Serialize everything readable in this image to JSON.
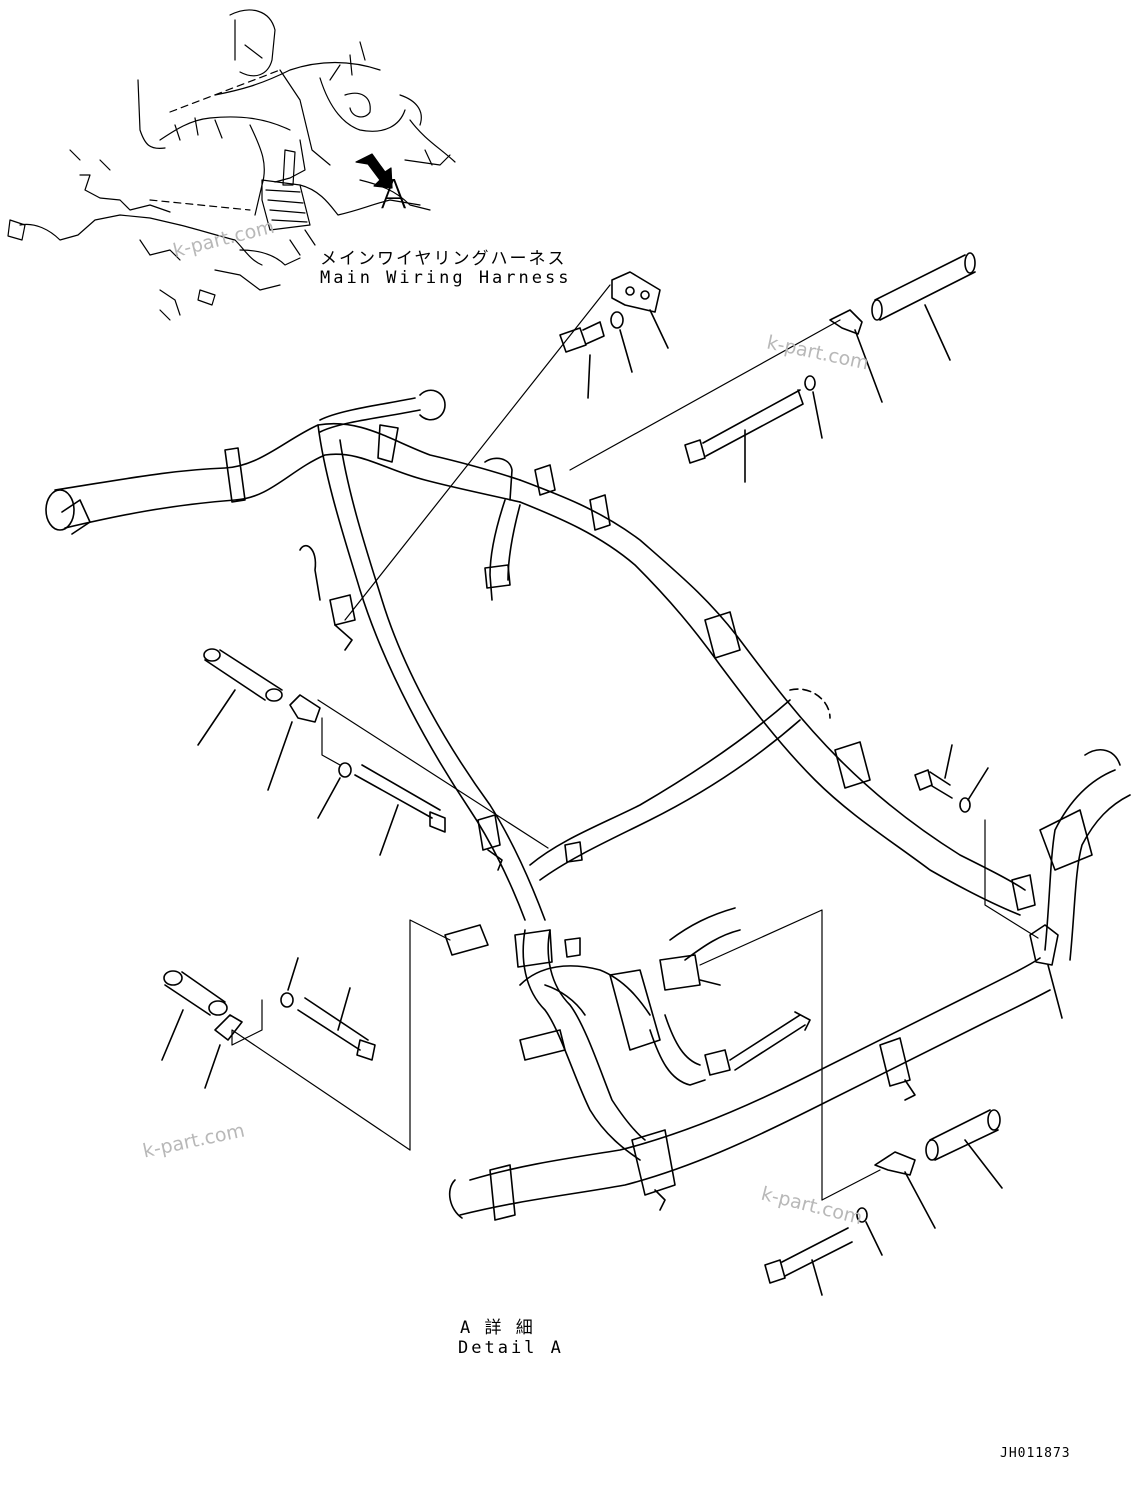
{
  "harness": {
    "title_jp": "メインワイヤリングハーネス",
    "title_en": "Main Wiring Harness",
    "view_letter": "A"
  },
  "detail": {
    "title_jp": "A 詳 細",
    "title_en": "Detail A"
  },
  "drawing_number": "JH011873",
  "watermark": "k-part.com",
  "colors": {
    "line": "#000000",
    "watermark": "#b8b8b8",
    "background": "#ffffff"
  }
}
